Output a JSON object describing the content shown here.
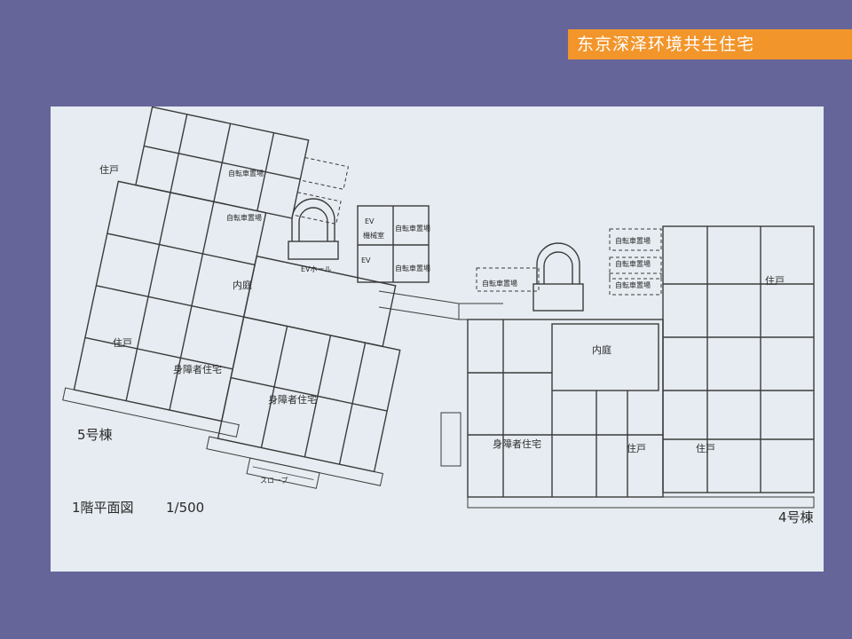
{
  "slide": {
    "title": "东京深泽环境共生住宅",
    "accent_color": "#f2952b",
    "background_color": "#66659a"
  },
  "plan": {
    "drawing_title": "1階平面図",
    "scale": "1/500",
    "buildings": {
      "b5": {
        "label": "5号棟",
        "rooms": {
          "unit_top": "住戸",
          "unit_left": "住戸",
          "courtyard": "内庭",
          "accessible_1": "身障者住宅",
          "accessible_2": "身障者住宅",
          "bike_1": "自転車置場",
          "bike_2": "自転車置場",
          "bike_3": "自転車置場",
          "bike_4": "自転車置場",
          "ev_hall": "EVホール",
          "ev_1": "EV",
          "ev_machine": "機械室",
          "ev_2": "EV",
          "slope": "スロープ"
        }
      },
      "b4": {
        "label": "4号棟",
        "rooms": {
          "unit_right": "住戸",
          "courtyard": "内庭",
          "accessible": "身障者住宅",
          "unit_mid": "住戸",
          "unit_br": "住戸",
          "bike_1": "自転車置場",
          "bike_2": "自転車置場",
          "bike_3": "自転車置場",
          "bike_4": "自転車置場"
        }
      }
    }
  }
}
